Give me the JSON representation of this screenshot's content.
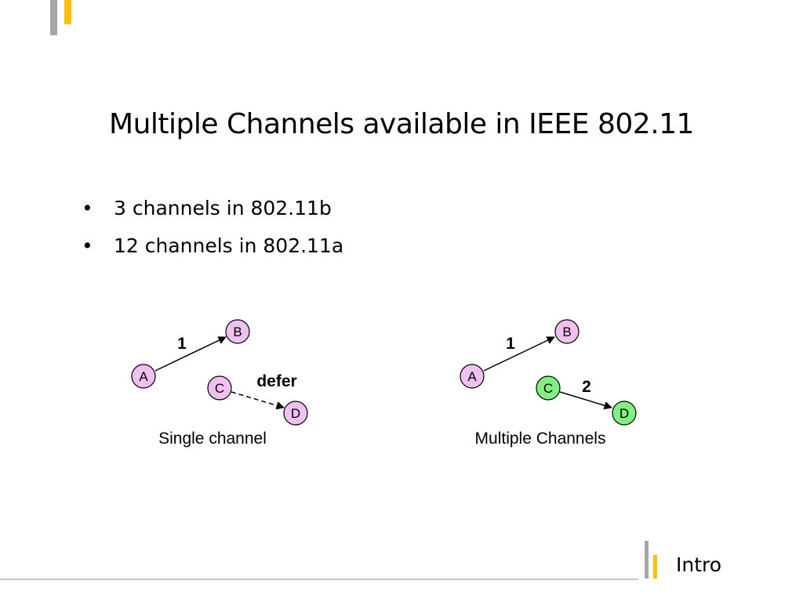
{
  "slide": {
    "title": "Multiple Channels available in IEEE 802.11",
    "bullets": [
      "3 channels in 802.11b",
      "12 channels in 802.11a"
    ],
    "footer": "Intro"
  },
  "colors": {
    "accent_yellow": "#ffc000",
    "accent_grey": "#a6a6a6",
    "node_pink": "#f0c0f0",
    "node_green": "#80f080"
  },
  "diagrams": {
    "single": {
      "caption": "Single channel",
      "nodes": {
        "A": "A",
        "B": "B",
        "C": "C",
        "D": "D"
      },
      "edge_ab_label": "1",
      "edge_cd_label": "defer"
    },
    "multiple": {
      "caption": "Multiple Channels",
      "nodes": {
        "A": "A",
        "B": "B",
        "C": "C",
        "D": "D"
      },
      "edge_ab_label": "1",
      "edge_cd_label": "2"
    }
  }
}
